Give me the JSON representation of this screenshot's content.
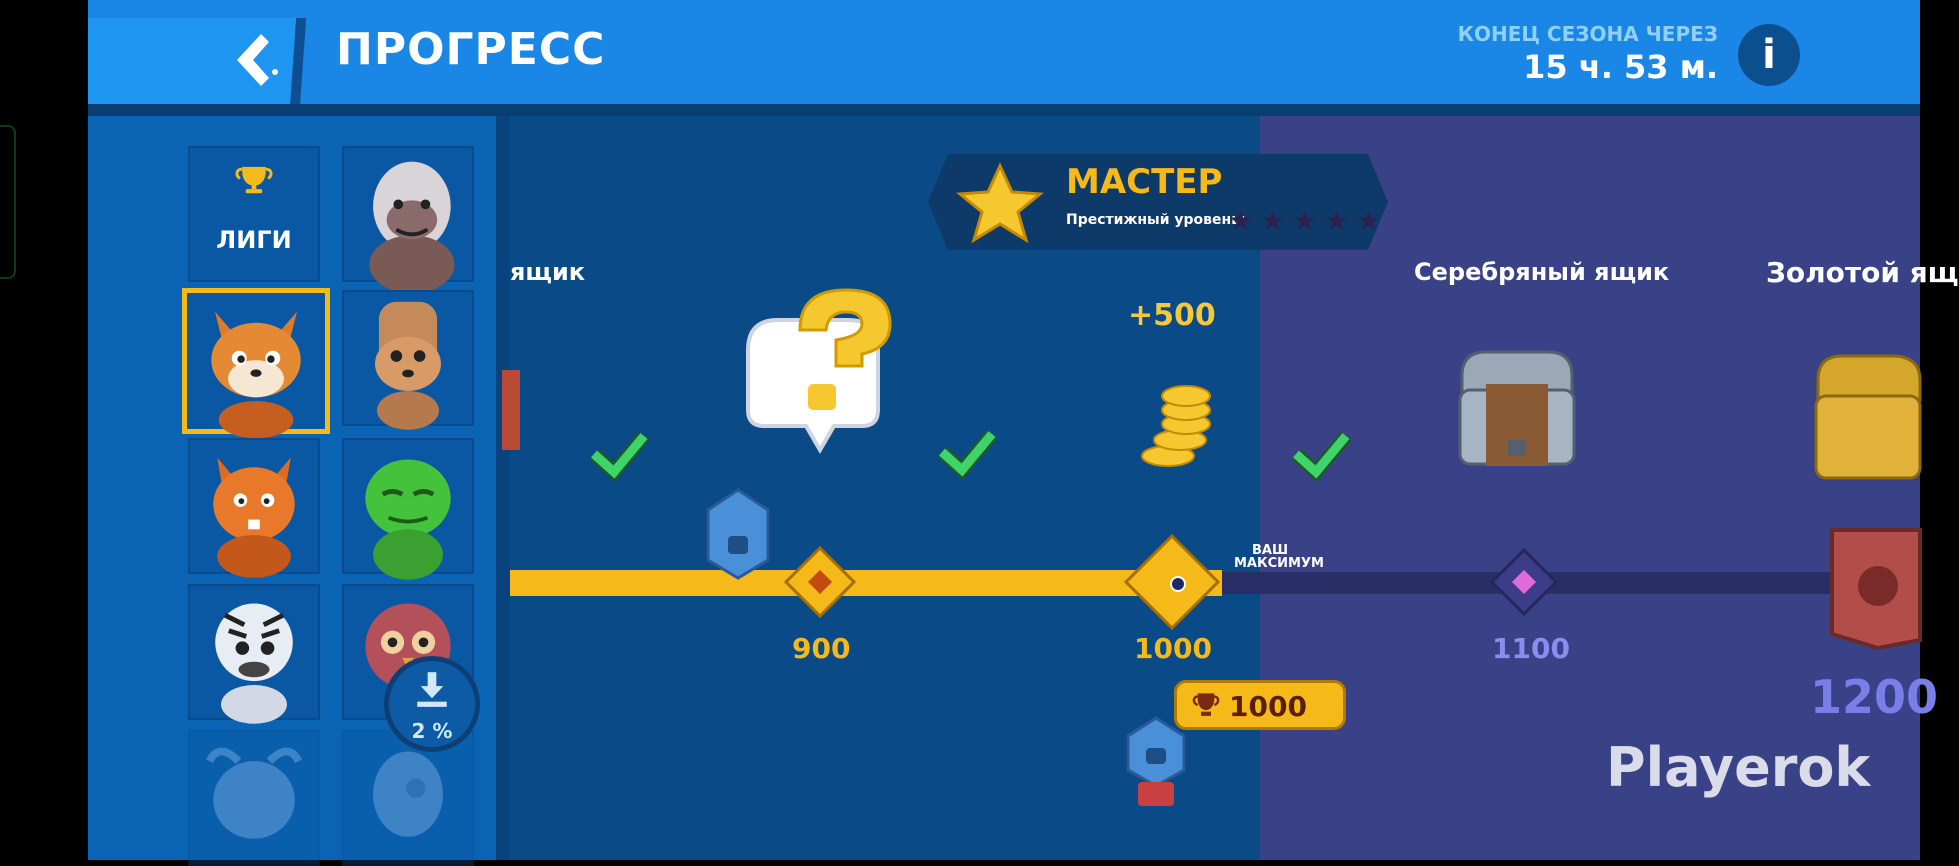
{
  "header": {
    "title": "ПРОГРЕСС",
    "season_label": "КОНЕЦ СЕЗОНА ЧЕРЕЗ",
    "season_time": "15 ч. 53 м.",
    "info_icon": "info-icon",
    "back_icon": "back-arrow-icon"
  },
  "sidebar": {
    "leagues_label": "ЛИГИ",
    "download_percent": "2 %",
    "characters": [
      "gorilla",
      "fox",
      "squirrel",
      "frog",
      "zebra",
      "owl",
      "buffalo",
      "ghost"
    ]
  },
  "track": {
    "league": {
      "title": "МАСТЕР",
      "prestige_label": "Престижный уровень:",
      "prestige_stars": 5
    },
    "rewards": [
      {
        "title": "ящик",
        "level": "",
        "claimed": true
      },
      {
        "title": "",
        "level": "900",
        "claimed": true,
        "item": "mystery"
      },
      {
        "title": "",
        "level": "1000",
        "claimed": true,
        "item": "coins",
        "amount": "+500"
      },
      {
        "title": "Серебряный ящик",
        "level": "1100",
        "claimed": false
      },
      {
        "title": "Золотой ящ",
        "level": "1200",
        "claimed": false
      }
    ],
    "your_max_label": "ВАШ МАКСИМУМ",
    "trophy_count": "1000"
  },
  "watermark": "Playerok",
  "colors": {
    "header_blue": "#1a86e6",
    "gold": "#f6b91a",
    "track_blue": "#0a4a86",
    "track_purple": "#3a4287",
    "claimed_check": "#3fd46a"
  }
}
